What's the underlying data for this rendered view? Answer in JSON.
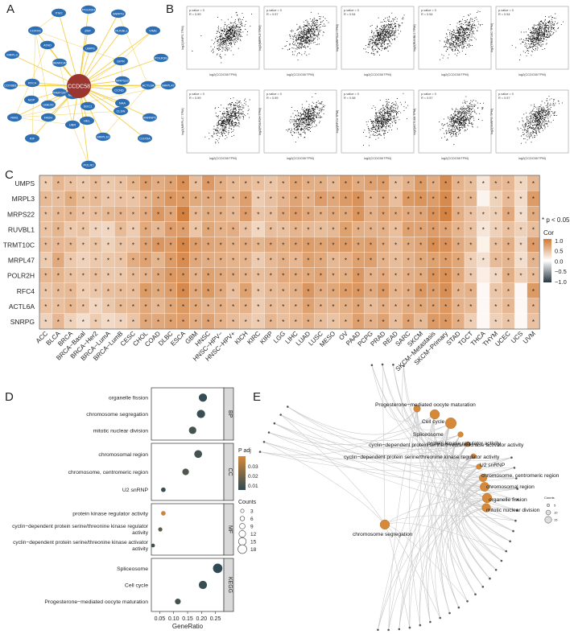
{
  "panels": {
    "A": {
      "letter": "A",
      "center": "CCDC58",
      "nodes": [
        "ITM2",
        "POLR2H",
        "SNRPG",
        "COX4I1",
        "ZNF",
        "RUVBL1",
        "VIME",
        "MRPL3",
        "ATAD",
        "UMPS",
        "GIPR",
        "POLR3G",
        "COX6B1",
        "RFC4",
        "SMARCA5",
        "TRMT10C",
        "MRPS22",
        "ACTL6A",
        "MRPL47",
        "NOP",
        "UBE2D",
        "SDC1",
        "CCND",
        "NAA",
        "RMI1",
        "FADH",
        "NBPF",
        "HEL",
        "CLDN",
        "HNRNPC",
        "KIF",
        "UBR",
        "MRPL10",
        "COX5A",
        "POLR2"
      ]
    },
    "B": {
      "letter": "B",
      "x_label": "log2(CCDC58 TPM)",
      "plots": [
        {
          "ylabel": "log2(UMPS TPM)",
          "p": "p-value = 0",
          "r": "R = 0.59"
        },
        {
          "ylabel": "log2(MRPL3 TPM)",
          "p": "p-value = 0",
          "r": "R = 0.57"
        },
        {
          "ylabel": "log2(MRPS22 TPM)",
          "p": "p-value = 0",
          "r": "R = 0.54"
        },
        {
          "ylabel": "log2(RUVBL1 TPM)",
          "p": "p-value = 0",
          "r": "R = 0.54"
        },
        {
          "ylabel": "log2(TRMT10C TPM)",
          "p": "p-value = 0",
          "r": "R = 0.54"
        },
        {
          "ylabel": "log2(MRPL47 TPM)",
          "p": "p-value = 0",
          "r": "R = 0.59"
        },
        {
          "ylabel": "log2(POLR2H TPM)",
          "p": "p-value = 0",
          "r": "R = 0.59"
        },
        {
          "ylabel": "log2(RFC4 TPM)",
          "p": "p-value = 0",
          "r": "R = 0.58"
        },
        {
          "ylabel": "log2(ACTL6A TPM)",
          "p": "p-value = 0",
          "r": "R = 0.57"
        },
        {
          "ylabel": "log2(SNRPG TPM)",
          "p": "p-value = 0",
          "r": "R = 0.57"
        }
      ]
    },
    "C": {
      "letter": "C",
      "note": "* p < 0.05",
      "legend_title": "Cor",
      "legend_ticks": [
        "1.0",
        "0.5",
        "0.0",
        "−0.5",
        "−1.0"
      ],
      "rows": [
        "UMPS",
        "MRPL3",
        "MRPS22",
        "RUVBL1",
        "TRMT10C",
        "MRPL47",
        "POLR2H",
        "RFC4",
        "ACTL6A",
        "SNRPG"
      ],
      "cols": [
        "ACC",
        "BLCA",
        "BRCA",
        "BRCA−Basal",
        "BRCA−Her2",
        "BRCA−LumA",
        "BRCA−LumB",
        "CESC",
        "CHOL",
        "COAD",
        "DLBC",
        "ESCA",
        "GBM",
        "HNSC",
        "HNSC−HPV−",
        "HNSC−HPV+",
        "KICH",
        "KIRC",
        "KIRP",
        "LGG",
        "LIHC",
        "LUAD",
        "LUSC",
        "MESO",
        "OV",
        "PAAD",
        "PCPG",
        "PRAD",
        "READ",
        "SARC",
        "SKCM",
        "SKCM−Metastasis",
        "SKCM−Primary",
        "STAD",
        "TGCT",
        "THCA",
        "THYM",
        "UCEC",
        "UCS",
        "UVM"
      ]
    },
    "D": {
      "letter": "D",
      "x_label": "GeneRatio",
      "x_ticks": [
        "0.05",
        "0.10",
        "0.15",
        "0.20",
        "0.25"
      ],
      "groups": [
        {
          "name": "BP",
          "terms": [
            {
              "label": "organelle fission",
              "ratio": 0.205,
              "p": 0.003,
              "count": 14
            },
            {
              "label": "chromosome segregation",
              "ratio": 0.198,
              "p": 0.004,
              "count": 14
            },
            {
              "label": "mitotic nuclear division",
              "ratio": 0.168,
              "p": 0.006,
              "count": 12
            }
          ]
        },
        {
          "name": "CC",
          "terms": [
            {
              "label": "chromosomal region",
              "ratio": 0.188,
              "p": 0.006,
              "count": 13
            },
            {
              "label": "chromosome, centromeric region",
              "ratio": 0.143,
              "p": 0.008,
              "count": 10
            },
            {
              "label": "U2 snRNP",
              "ratio": 0.063,
              "p": 0.004,
              "count": 5
            }
          ]
        },
        {
          "name": "MF",
          "terms": [
            {
              "label": "protein kinase regulator activity",
              "ratio": 0.063,
              "p": 0.03,
              "count": 5
            },
            {
              "label": "cyclin−dependent protein serine/threonine kinase regulator activity",
              "ratio": 0.052,
              "p": 0.01,
              "count": 4
            },
            {
              "label": "cyclin−dependent protein serine/threonine kinase activator activity",
              "ratio": 0.026,
              "p": 0.005,
              "count": 3
            }
          ]
        },
        {
          "name": "KEGG",
          "terms": [
            {
              "label": "Spliceosome",
              "ratio": 0.258,
              "p": 0.002,
              "count": 17
            },
            {
              "label": "Cell cycle",
              "ratio": 0.205,
              "p": 0.004,
              "count": 14
            },
            {
              "label": "Progesterone−mediated oocyte maturation",
              "ratio": 0.115,
              "p": 0.006,
              "count": 8
            }
          ]
        }
      ],
      "padj_title": "P adj",
      "padj_ticks": [
        "0.03",
        "0.02",
        "0.01"
      ],
      "counts_title": "Counts",
      "counts_ticks": [
        "3",
        "6",
        "9",
        "12",
        "15",
        "18"
      ]
    },
    "E": {
      "letter": "E",
      "terms": [
        "Progesterone−mediated oocyte maturation",
        "Cell cycle",
        "Spliceosome",
        "protein kinase regulator activity",
        "cyclin−dependent protein serine/threonine kinase activator activity",
        "cyclin−dependent protein serine/threonine kinase regulator activity",
        "U2 snRNP",
        "chromosome, centromeric region",
        "chromosomal region",
        "organelle fission",
        "mitotic nuclear division",
        "chromosome segregation"
      ],
      "legend_title": "Counts",
      "legend_ticks": [
        "5",
        "10",
        "15"
      ]
    }
  },
  "colors": {
    "node_blue": "#2e6fb4",
    "center_red": "#9a3530",
    "edge_yellow": "#f2cf4a",
    "orange": "#d6893a",
    "dark": "#2e4a54"
  }
}
